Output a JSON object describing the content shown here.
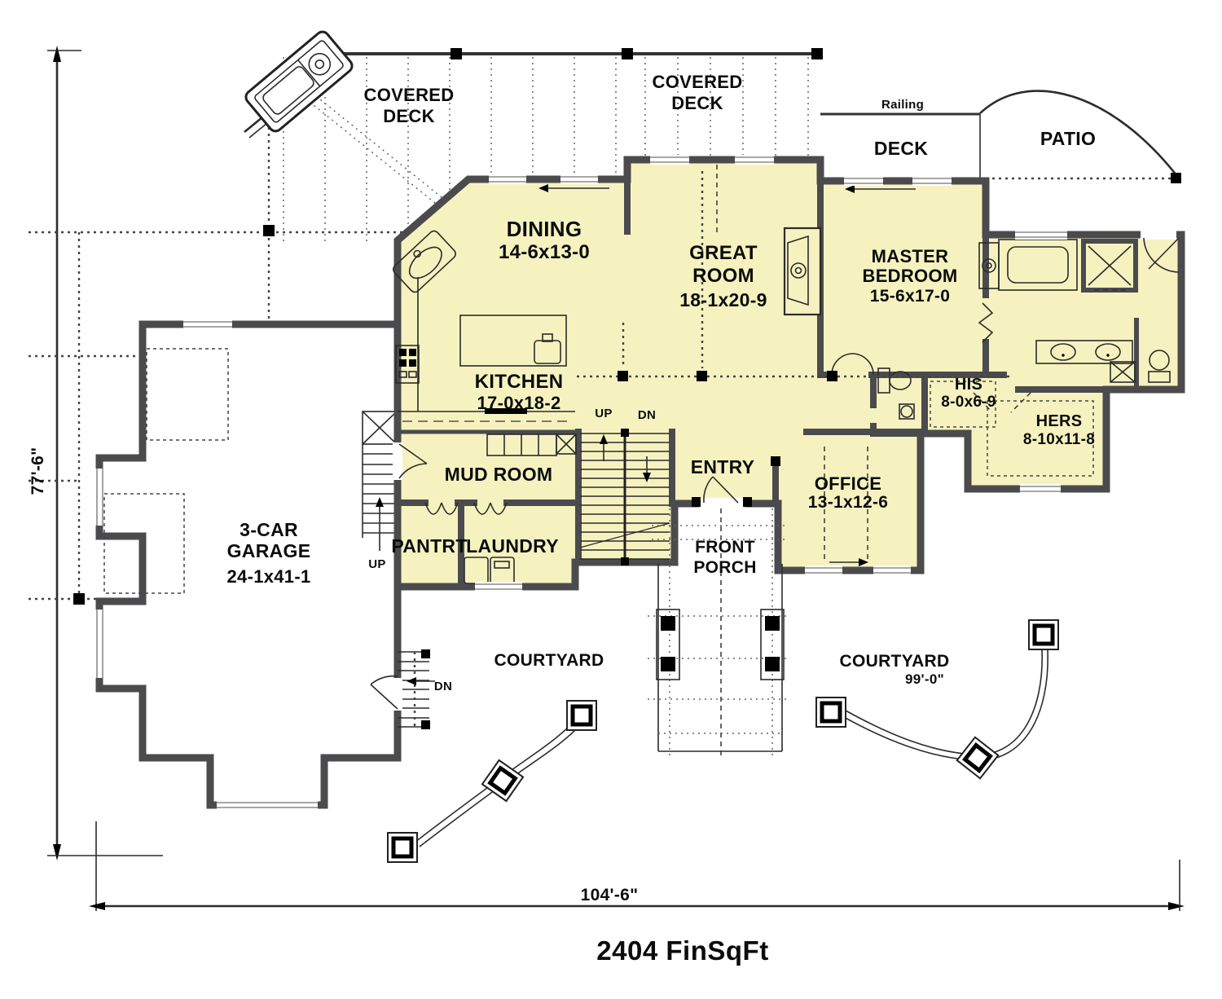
{
  "meta": {
    "title": "2404 FinSqFt"
  },
  "dimensions": {
    "height": "77'-6\"",
    "width": "104'-6\"",
    "courtyard": "99'-0\""
  },
  "outdoor": {
    "covered_deck_left": "COVERED DECK",
    "covered_deck_mid": "COVERED DECK",
    "deck": "DECK",
    "railing": "Railing",
    "patio": "PATIO",
    "front_porch": "FRONT PORCH",
    "courtyard_left": "COURTYARD",
    "courtyard_right": "COURTYARD"
  },
  "rooms": {
    "dining": {
      "name": "DINING",
      "size": "14-6x13-0"
    },
    "great_room": {
      "name": "GREAT ROOM",
      "size": "18-1x20-9"
    },
    "master": {
      "name": "MASTER BEDROOM",
      "size": "15-6x17-0"
    },
    "kitchen": {
      "name": "KITCHEN",
      "size": "17-0x18-2"
    },
    "his": {
      "name": "HIS",
      "size": "8-0x6-9"
    },
    "hers": {
      "name": "HERS",
      "size": "8-10x11-8"
    },
    "mud_room": {
      "name": "MUD ROOM"
    },
    "pantry": {
      "name": "PANTRT"
    },
    "laundry": {
      "name": "LAUNDRY"
    },
    "entry": {
      "name": "ENTRY"
    },
    "office": {
      "name": "OFFICE",
      "size": "13-1x12-6"
    },
    "garage": {
      "name": "3-CAR GARAGE",
      "size": "24-1x41-1"
    }
  },
  "stairs": {
    "up": "UP",
    "dn": "DN",
    "garage_up": "UP",
    "side_dn": "DN"
  },
  "colors": {
    "room_fill": "#f6f2c0",
    "wall": "#4b4b4d",
    "ink": "#0c0c0c"
  }
}
